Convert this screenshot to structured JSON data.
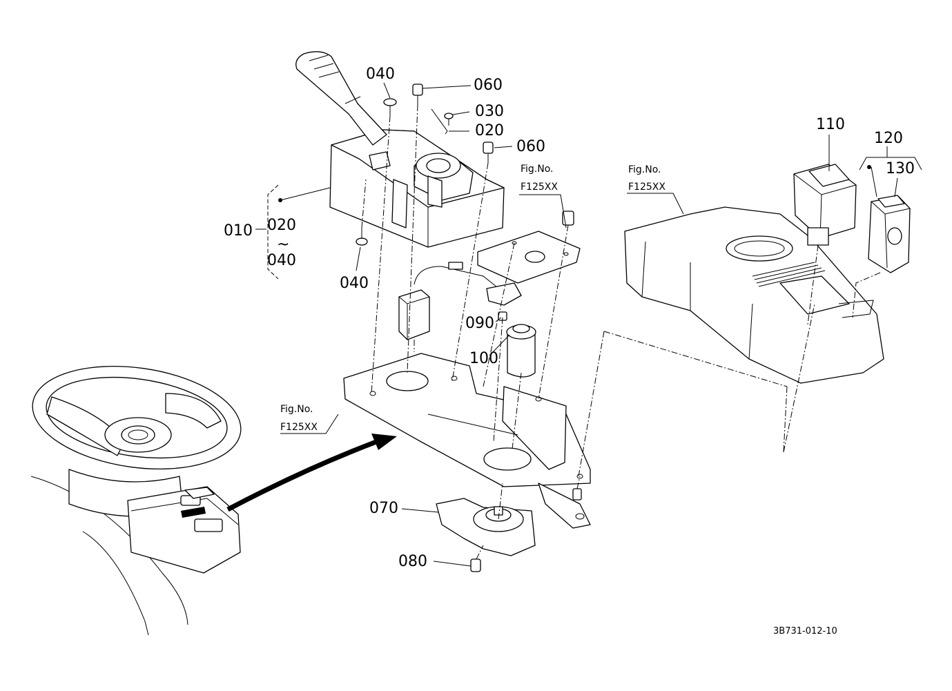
{
  "diagram": {
    "part_labels": {
      "p010": "010",
      "p020_range_start": "020",
      "p020_range_tilde": "~",
      "p040_range_end": "040",
      "p020": "020",
      "p030": "030",
      "p040_top": "040",
      "p040_bottom": "040",
      "p060_top": "060",
      "p060_right": "060",
      "p070": "070",
      "p080": "080",
      "p090": "090",
      "p100": "100",
      "p110": "110",
      "p120": "120",
      "p130": "130"
    },
    "fig_refs": [
      {
        "line1": "Fig.No.",
        "line2": "F125XX"
      },
      {
        "line1": "Fig.No.",
        "line2": "F125XX"
      },
      {
        "line1": "Fig.No.",
        "line2": "F125XX"
      }
    ],
    "drawing_code": "3B731-012-10"
  }
}
